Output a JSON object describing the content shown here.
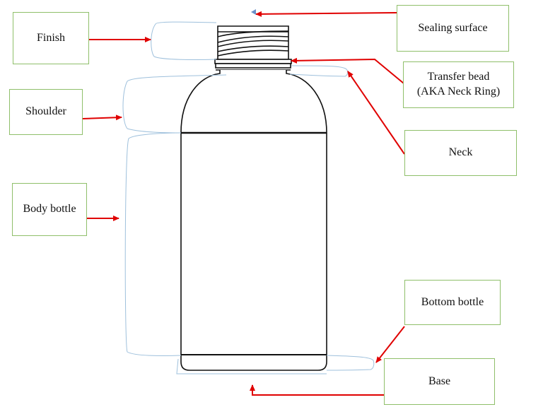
{
  "labels": {
    "finish": "Finish",
    "shoulder": "Shoulder",
    "body_bottle": "Body bottle",
    "sealing_surface": "Sealing surface",
    "transfer_bead": "Transfer bead\n(AKA Neck Ring)",
    "neck": "Neck",
    "bottom_bottle": "Bottom bottle",
    "base": "Base"
  },
  "colors": {
    "box_border": "#8fbf6a",
    "arrow": "#e00000",
    "bracket": "#9ec0dc",
    "bottle_outline": "#111111"
  }
}
